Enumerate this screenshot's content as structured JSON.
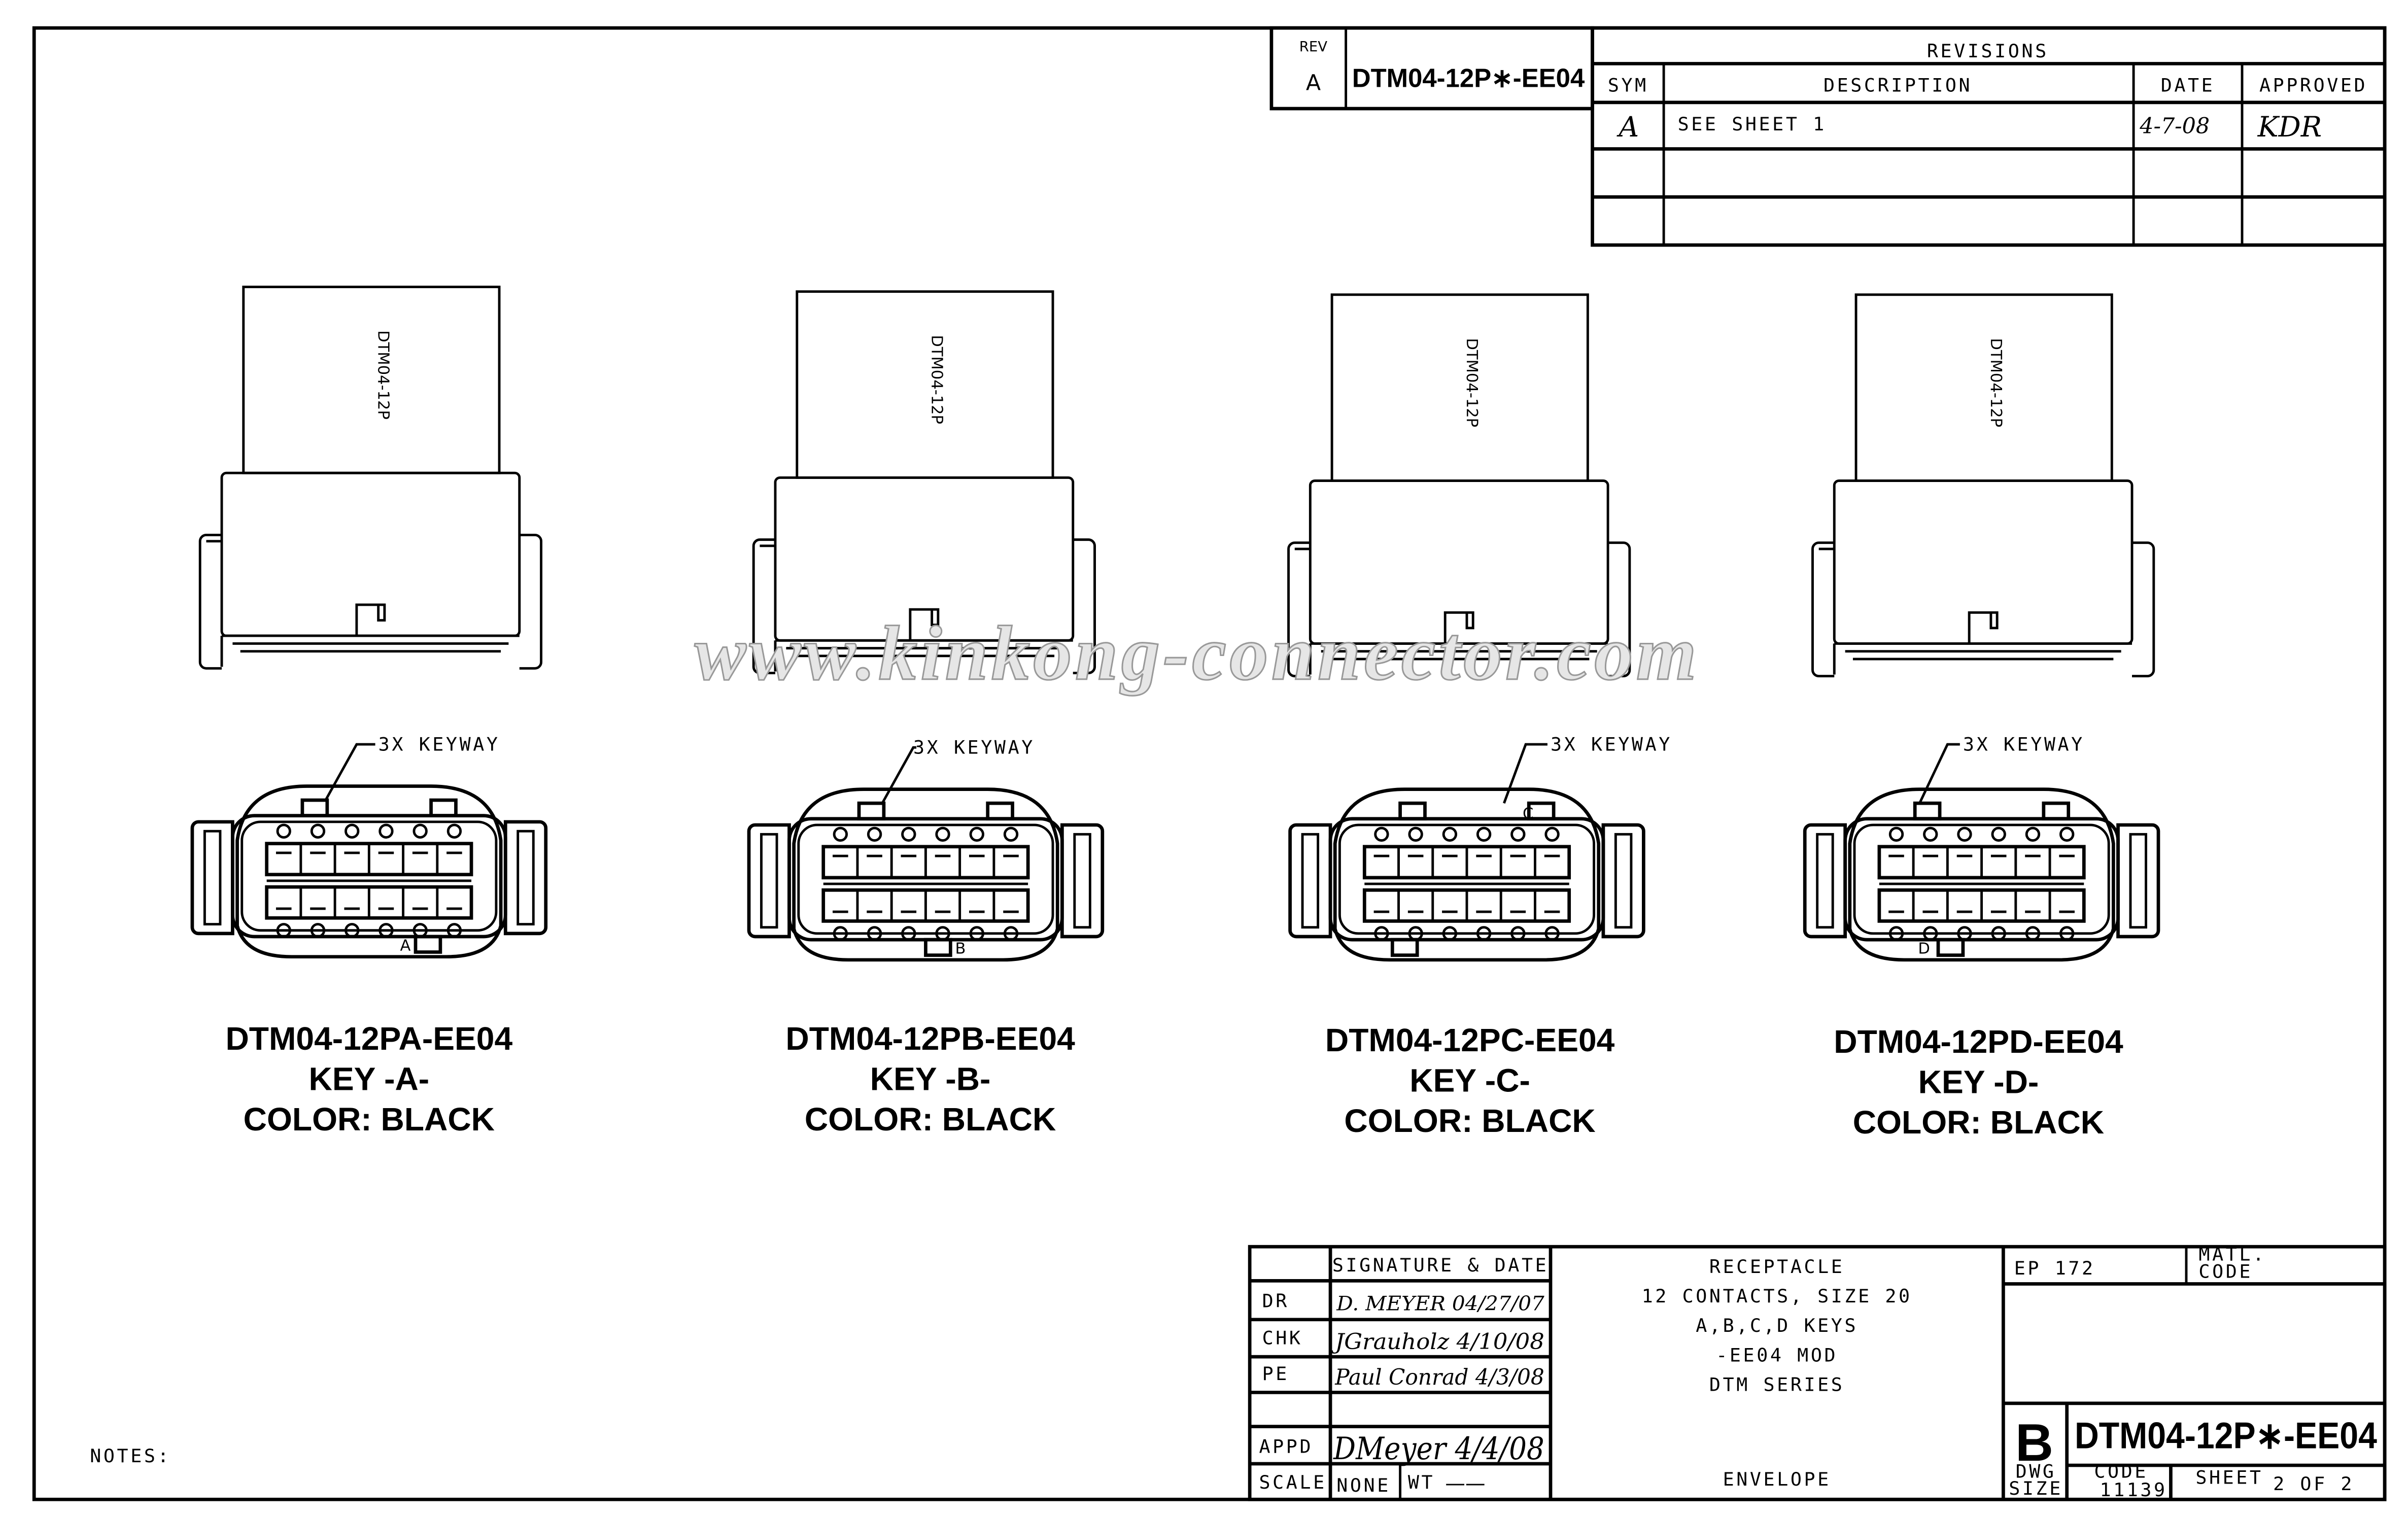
{
  "rev_box": {
    "rev_label": "REV",
    "rev_value": "A",
    "part_number": "DTM04-12P∗-EE04"
  },
  "revisions": {
    "title": "REVISIONS",
    "headers": [
      "SYM",
      "DESCRIPTION",
      "DATE",
      "APPROVED"
    ],
    "rows": [
      {
        "sym": "A",
        "description": "SEE SHEET 1",
        "date": "4-7-08",
        "approved": "KDR"
      },
      {
        "sym": "",
        "description": "",
        "date": "",
        "approved": ""
      },
      {
        "sym": "",
        "description": "",
        "date": "",
        "approved": ""
      }
    ]
  },
  "side_view_label": "DTM04-12P",
  "keyway_label": "3X KEYWAY",
  "watermark": "www.kinkong-connector.com",
  "connectors": [
    {
      "part": "DTM04-12PA-EE04",
      "key": "KEY  -A-",
      "color": "COLOR:  BLACK",
      "key_letter": "A"
    },
    {
      "part": "DTM04-12PB-EE04",
      "key": "KEY  -B-",
      "color": "COLOR:  BLACK",
      "key_letter": "B"
    },
    {
      "part": "DTM04-12PC-EE04",
      "key": "KEY  -C-",
      "color": "COLOR:  BLACK",
      "key_letter": "C"
    },
    {
      "part": "DTM04-12PD-EE04",
      "key": "KEY  -D-",
      "color": "COLOR:  BLACK",
      "key_letter": "D"
    }
  ],
  "notes_label": "NOTES:",
  "title_block": {
    "signature_header": "SIGNATURE & DATE",
    "rows": [
      {
        "label": "DR",
        "value": "D. MEYER 04/27/07"
      },
      {
        "label": "CHK",
        "value": "JGrauholz 4/10/08"
      },
      {
        "label": "PE",
        "value": "Paul Conrad 4/3/08"
      },
      {
        "label": "APPD",
        "value": "DMeyer 4/4/08"
      }
    ],
    "scale_label": "SCALE",
    "scale_value": "NONE",
    "wt_label": "WT",
    "wt_value": "——",
    "description": [
      "RECEPTACLE",
      "12 CONTACTS, SIZE 20",
      "A,B,C,D KEYS",
      "-EE04 MOD",
      "DTM SERIES"
    ],
    "envelope": "ENVELOPE",
    "ep": "EP  172",
    "matl_code": [
      "MATL.",
      "CODE"
    ],
    "dwg_size_letter": "B",
    "drawing_number": "DTM04-12P∗-EE04",
    "dwg_size_label": [
      "DWG",
      "SIZE"
    ],
    "code_label": "CODE",
    "code_value": "11139",
    "sheet_label": "SHEET",
    "sheet_value": "2 OF 2"
  }
}
